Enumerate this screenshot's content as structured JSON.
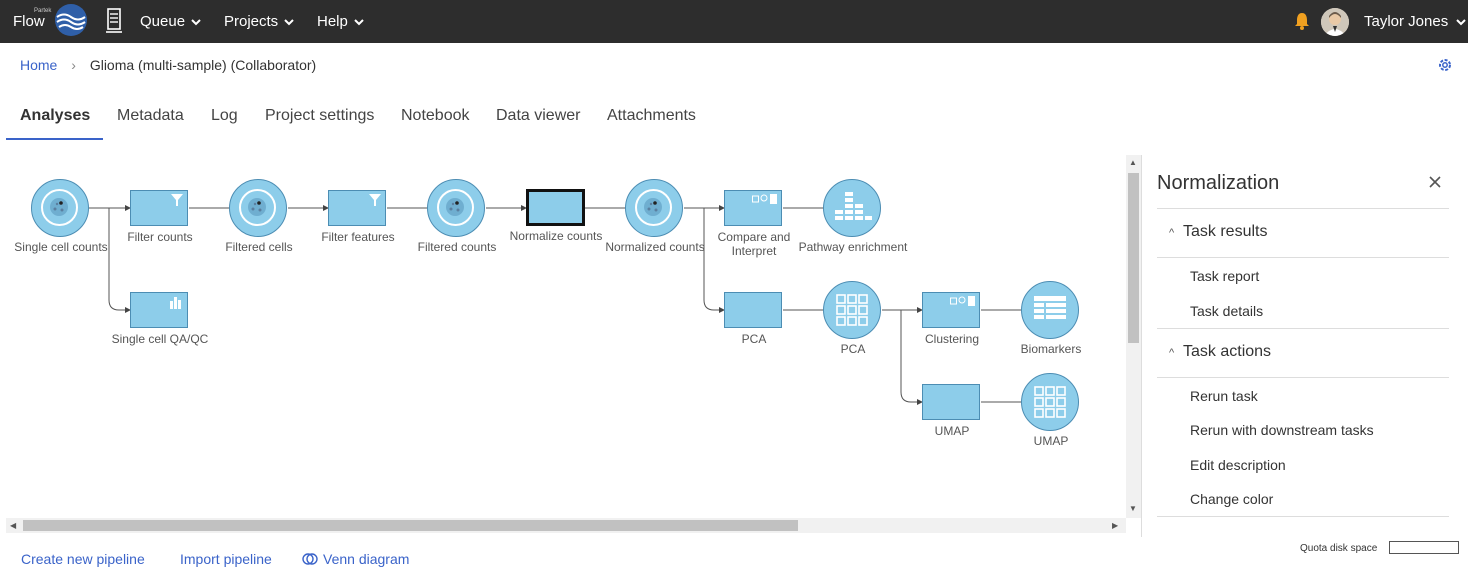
{
  "topbar": {
    "brand_small": "Partek",
    "brand": "Flow",
    "nav": [
      {
        "label": "Queue"
      },
      {
        "label": "Projects"
      },
      {
        "label": "Help"
      }
    ],
    "user_name": "Taylor Jones",
    "bell_color": "#f0a020"
  },
  "breadcrumb": {
    "home": "Home",
    "current": "Glioma (multi-sample) (Collaborator)"
  },
  "tabs": [
    {
      "label": "Analyses",
      "active": true
    },
    {
      "label": "Metadata"
    },
    {
      "label": "Log"
    },
    {
      "label": "Project settings"
    },
    {
      "label": "Notebook"
    },
    {
      "label": "Data viewer"
    },
    {
      "label": "Attachments"
    }
  ],
  "pipeline": {
    "nodes": [
      {
        "id": "n1",
        "kind": "data",
        "label": "Single cell counts"
      },
      {
        "id": "n2",
        "kind": "task",
        "label": "Filter counts",
        "icon": "filter-icon"
      },
      {
        "id": "n3",
        "kind": "data",
        "label": "Filtered cells"
      },
      {
        "id": "n4",
        "kind": "task",
        "label": "Filter features",
        "icon": "filter-icon"
      },
      {
        "id": "n5",
        "kind": "data",
        "label": "Filtered counts"
      },
      {
        "id": "n6",
        "kind": "task",
        "label": "Normalize counts",
        "selected": true
      },
      {
        "id": "n7",
        "kind": "data",
        "label": "Normalized counts"
      },
      {
        "id": "n8",
        "kind": "task",
        "label": "Compare and Interpret",
        "icon": "widgets-icon"
      },
      {
        "id": "n9",
        "kind": "report",
        "label": "Pathway enrichment",
        "icon": "bar-stack-icon"
      },
      {
        "id": "n10",
        "kind": "task",
        "label": "Single cell QA/QC",
        "icon": "bar-chart-icon"
      },
      {
        "id": "n11",
        "kind": "task",
        "label": "PCA"
      },
      {
        "id": "n12",
        "kind": "report",
        "label": "PCA",
        "icon": "grid-icon"
      },
      {
        "id": "n13",
        "kind": "task",
        "label": "Clustering",
        "icon": "widgets-icon"
      },
      {
        "id": "n14",
        "kind": "report",
        "label": "Biomarkers",
        "icon": "table-icon"
      },
      {
        "id": "n15",
        "kind": "task",
        "label": "UMAP"
      },
      {
        "id": "n16",
        "kind": "report",
        "label": "UMAP",
        "icon": "grid-icon"
      }
    ],
    "node_color": "#8dcdea",
    "node_border": "#4c8db3"
  },
  "panel": {
    "title": "Normalization",
    "sections": [
      {
        "title": "Task results",
        "items": [
          "Task report",
          "Task details"
        ]
      },
      {
        "title": "Task actions",
        "items": [
          "Rerun task",
          "Rerun with downstream tasks",
          "Edit description",
          "Change color"
        ]
      }
    ]
  },
  "bottom": {
    "create_pipeline": "Create new pipeline",
    "import_pipeline": "Import pipeline",
    "venn_diagram": "Venn diagram",
    "quota_label": "Quota disk space"
  },
  "colors": {
    "link": "#3a63c9",
    "topbar_bg": "#2d2d2d"
  }
}
